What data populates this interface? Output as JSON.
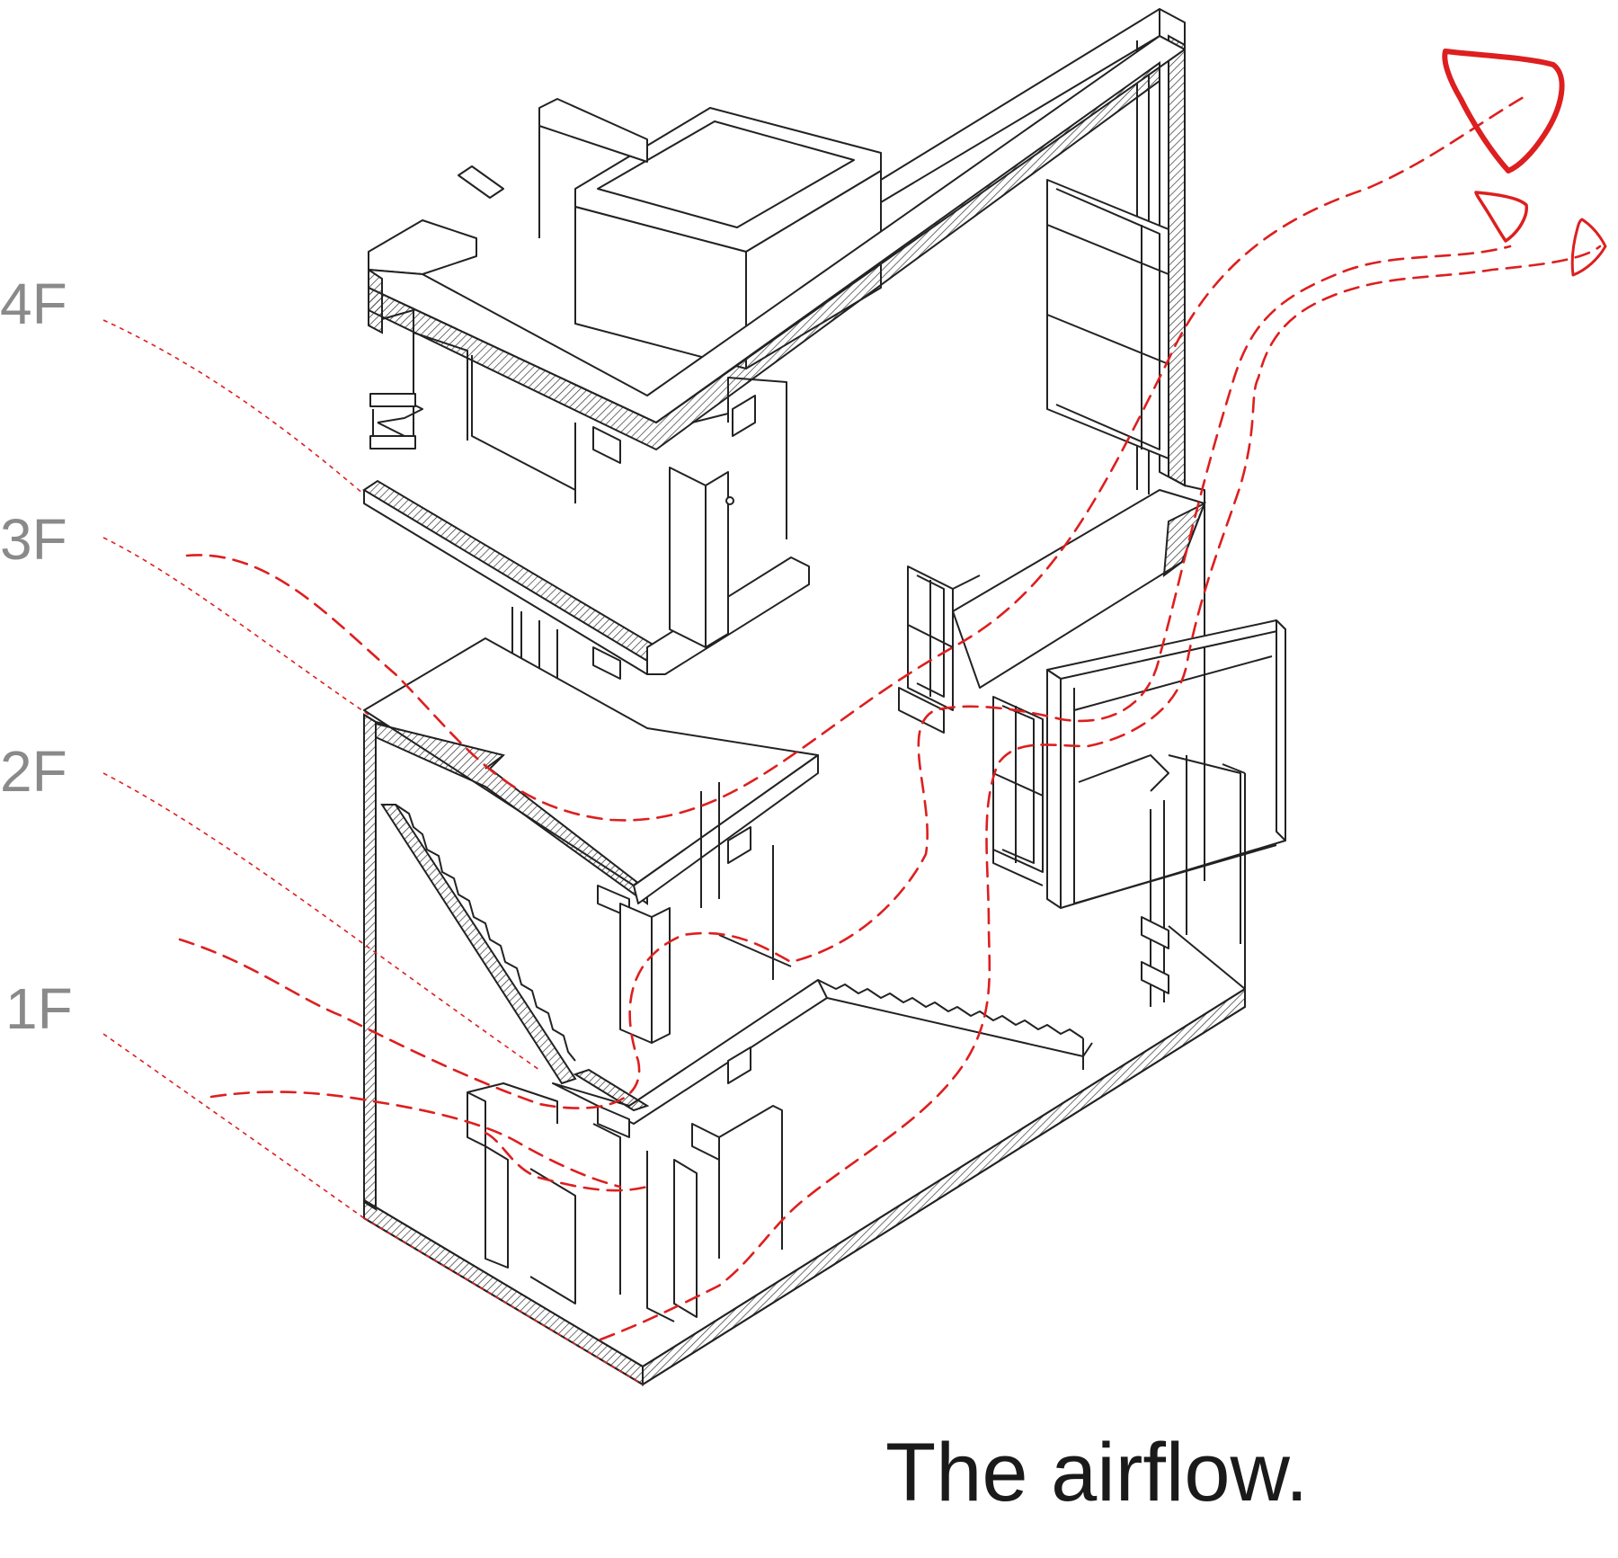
{
  "floors": {
    "f4": "4F",
    "f3": "3F",
    "f2": "2F",
    "f1": "1F"
  },
  "caption": "The airflow.",
  "colors": {
    "airflow": "#dd1f1f",
    "linework": "#222222",
    "floor_label": "#8a8a8a",
    "caption": "#1a1a1a"
  },
  "icons": {
    "fans": [
      "exhaust-fan-large-icon",
      "exhaust-fan-medium-icon",
      "exhaust-fan-small-icon"
    ]
  }
}
